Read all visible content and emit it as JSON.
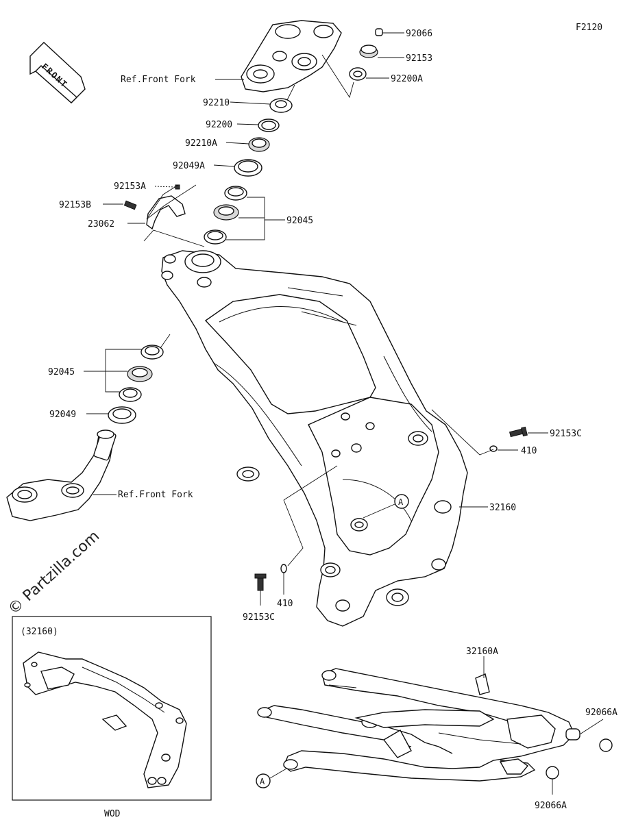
{
  "figure_code": "F2120",
  "front_arrow_label": "FRONT",
  "watermark": "© Partzilla.com",
  "labels": {
    "p92066": "92066",
    "p92153": "92153",
    "p92200A": "92200A",
    "ref_front_fork_top": "Ref.Front Fork",
    "p92210": "92210",
    "p92200": "92200",
    "p92210A": "92210A",
    "p92049A": "92049A",
    "p92153A": "92153A",
    "p92153B": "92153B",
    "p23062": "23062",
    "p92045_upper": "92045",
    "p92045_lower": "92045",
    "p92049": "92049",
    "ref_front_fork_bottom": "Ref.Front Fork",
    "p92153C_right": "92153C",
    "p410_right": "410",
    "p32160": "32160",
    "marker_a_frame": "A",
    "p92153C_bottom": "92153C",
    "p410_bottom": "410",
    "p32160A": "32160A",
    "p92066A_top": "92066A",
    "p92066A_bottom": "92066A",
    "marker_a_subframe": "A"
  },
  "inset": {
    "title": "(32160)",
    "caption": "WOD"
  }
}
